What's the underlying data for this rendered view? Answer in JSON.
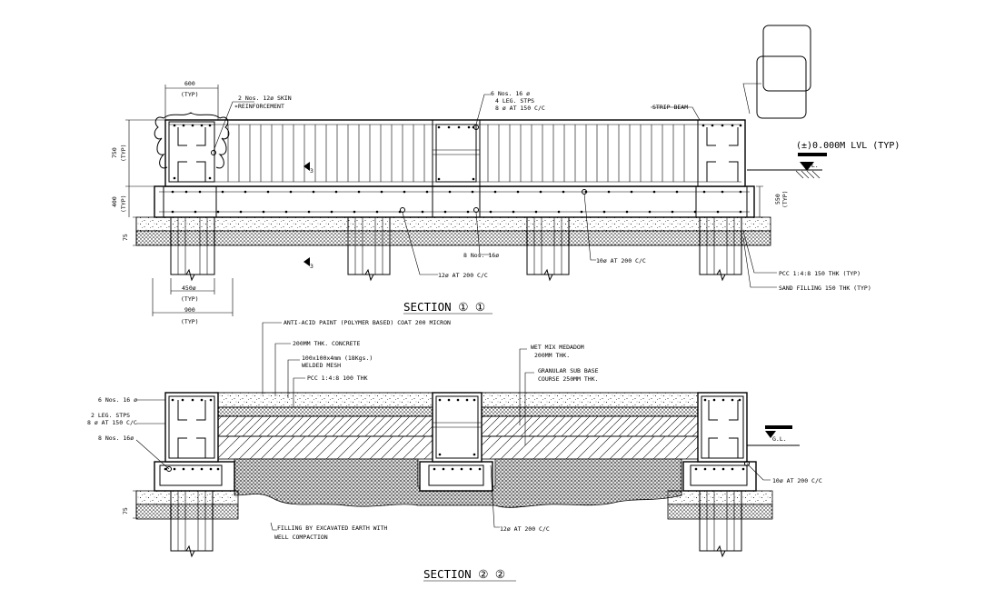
{
  "section1": {
    "title": "SECTION ① ①",
    "level_label": "(±)0.000M LVL (TYP)",
    "gl_label": "G.L.",
    "dim_600": "600",
    "dim_600_typ": "(TYP)",
    "dim_750": "750",
    "dim_750_typ": "(TYP)",
    "dim_400": "400",
    "dim_400_typ": "(TYP)",
    "dim_550": "550",
    "dim_550_typ": "(TYP)",
    "dim_75": "75",
    "dim_450": "450ø",
    "dim_450_typ": "(TYP)",
    "dim_900": "900",
    "dim_900_typ": "(TYP)",
    "note_skin_1": "2 Nos. 12ø SKIN",
    "note_skin_2": "REINFORCEMENT",
    "note_star": "*",
    "note_stirrup_1": "6 Nos. 16 ø",
    "note_stirrup_2": "4 LEG. STPS",
    "note_stirrup_3": "8 ø AT 150 C/C",
    "note_strip_beam": "STRIP BEAM",
    "marker_3": "3",
    "note_8nos": "8 Nos. 16ø",
    "note_12at200": "12ø AT 200 C/C",
    "note_10at200": "10ø AT 200 C/C",
    "note_pcc": "PCC 1:4:8 150 THK (TYP)",
    "note_sand": "SAND FILLING 150 THK (TYP)"
  },
  "section2": {
    "title": "SECTION ② ②",
    "gl_label": "G.L.",
    "dim_75": "75",
    "note_paint": "ANTI-ACID PAINT (POLYMER BASED) COAT 200 MICRON",
    "note_concrete": "200MM THK. CONCRETE",
    "note_mesh_1": "100x100x4mm (18Kgs.)",
    "note_mesh_2": "WELDED MESH",
    "note_pcc": "PCC 1:4:8 100 THK",
    "note_wmm_1": "WET MIX MEDADOM",
    "note_wmm_2": "200MM THK.",
    "note_gsb_1": "GRANULAR SUB BASE",
    "note_gsb_2": "COURSE 250MM THK.",
    "note_6nos": "6 Nos. 16 ø",
    "note_stps_1": "2 LEG. STPS",
    "note_stps_2": "8 ø AT 150 C/C",
    "note_8nos": "8 Nos. 16ø",
    "note_10at200": "10ø AT 200 C/C",
    "note_12at200": "12ø AT 200 C/C",
    "note_fill_1": "FILLING BY EXCAVATED EARTH WITH",
    "note_fill_2": "WELL COMPACTION"
  }
}
